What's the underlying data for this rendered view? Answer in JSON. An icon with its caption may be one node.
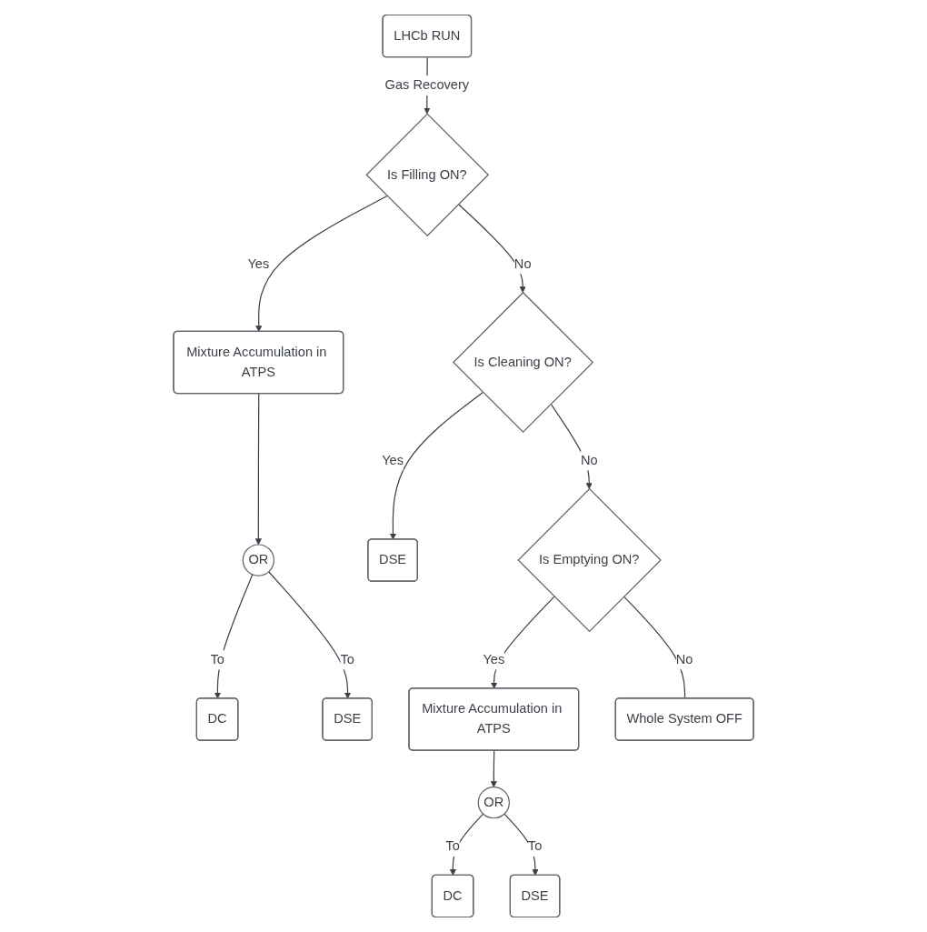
{
  "diagram": {
    "nodes": [
      {
        "text": [
          "LHCb RUN"
        ]
      },
      {
        "text": [
          "Is Filling ON?"
        ]
      },
      {
        "text": [
          "Mixture Accumulation in ATPS"
        ]
      },
      {
        "text": [
          "OR"
        ]
      },
      {
        "text": [
          "DC"
        ]
      },
      {
        "text": [
          "DSE"
        ]
      },
      {
        "text": [
          "Is Cleaning ON?"
        ]
      },
      {
        "text": [
          "DSE"
        ]
      },
      {
        "text": [
          "Is Emptying ON?"
        ]
      },
      {
        "text": [
          "Mixture Accumulation in ATPS"
        ]
      },
      {
        "text": [
          "OR"
        ]
      },
      {
        "text": [
          "DC"
        ]
      },
      {
        "text": [
          "DSE"
        ]
      },
      {
        "text": [
          "Whole System OFF"
        ]
      }
    ],
    "edges": [
      {
        "from": 0,
        "to": 1,
        "arrow": "to",
        "label": "Gas Recovery"
      },
      {
        "from": 1,
        "to": 2,
        "arrow": "to",
        "label": "Yes"
      },
      {
        "from": 2,
        "to": 3,
        "arrow": "to"
      },
      {
        "from": 3,
        "to": 4,
        "arrow": "to",
        "label": "To"
      },
      {
        "from": 3,
        "to": 5,
        "arrow": "to",
        "label": "To"
      },
      {
        "from": 1,
        "to": 6,
        "arrow": "to",
        "label": "No"
      },
      {
        "from": 6,
        "to": 7,
        "arrow": "to",
        "label": "Yes"
      },
      {
        "from": 6,
        "to": 8,
        "arrow": "to",
        "label": "No"
      },
      {
        "from": 8,
        "to": 9,
        "arrow": "to",
        "label": "Yes"
      },
      {
        "from": 9,
        "to": 10,
        "arrow": "to"
      },
      {
        "from": 10,
        "to": 11,
        "arrow": "to",
        "label": "To"
      },
      {
        "from": 10,
        "to": 12,
        "arrow": "to",
        "label": "To"
      },
      {
        "from": 8,
        "to": 13,
        "arrow": "none",
        "label": "No"
      }
    ]
  }
}
